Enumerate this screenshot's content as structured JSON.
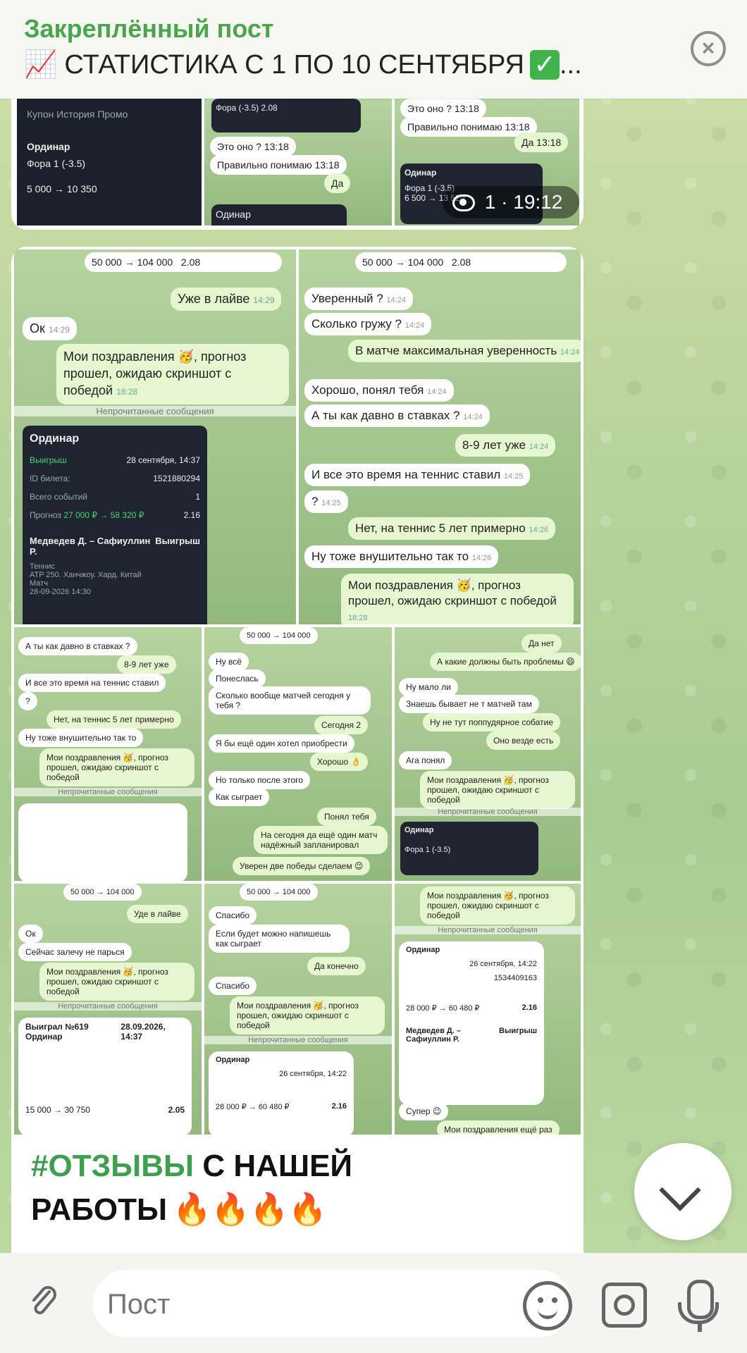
{
  "pinned": {
    "title": "Закреплённый пост",
    "text": "СТАТИСТИКА С 1 ПО 10 СЕНТЯБРЯ",
    "ellipsis": "..."
  },
  "collage": {
    "top_row": [
      {
        "chats": [
          "Купон  История  Промо",
          "Ординар",
          "Фора 1 (-3.5)",
          "5 000 → 10 350"
        ]
      },
      {
        "chats": [
          "Фора (-3.5) 2.08",
          "Это оно ? 13:18",
          "Правильно понимаю 13:18",
          "Да",
          "Одинар"
        ]
      },
      {
        "chats": [
          "Это оно ? 13:18",
          "Правильно понимаю 13:18",
          "Да 13:18",
          "Одинар",
          "Фора 1 (-3.5)",
          "6 500 → 13 520"
        ]
      }
    ],
    "views": "1",
    "views_time": "19:12",
    "left_big": {
      "amount_line": "50 000 → 104 000",
      "odds": "2.08",
      "msgs": [
        {
          "t": "Уже в лайве",
          "time": "14:29",
          "out": true
        },
        {
          "t": "Ок",
          "time": "14:29",
          "out": false
        },
        {
          "t": "Мои поздравления 🥳, прогноз прошел, ожидаю скриншот с победой",
          "time": "18:28",
          "out": true
        }
      ],
      "unread": "Непрочитанные сообщения",
      "card": {
        "title": "Ординар",
        "win": "Выигрыш",
        "date": "28 сентября, 14:37",
        "ticket_label": "ID билета:",
        "ticket": "1521880294",
        "events_label": "Всего событий",
        "events": "1",
        "forecast_label": "Прогноз",
        "forecast": "27 000 ₽ → 58 320 ₽",
        "coef": "2.16",
        "match": "Медведев Д. – Сафиуллин Р.",
        "match_result": "Выигрыш",
        "sport": "Теннис",
        "tournament": "ATP 250. Ханчжоу. Хард. Китай",
        "kind": "Матч",
        "dt": "28-09-2026 14:30"
      }
    },
    "right_big": {
      "amount_line": "50 000 → 104 000",
      "odds": "2.08",
      "msgs": [
        {
          "t": "Уверенный ?",
          "time": "14:24",
          "out": false
        },
        {
          "t": "Сколько гружу ?",
          "time": "14:24",
          "out": false
        },
        {
          "t": "В матче максимальная уверенность",
          "time": "14:24",
          "out": true
        },
        {
          "t": "Хорошо, понял тебя",
          "time": "14:24",
          "out": false
        },
        {
          "t": "А ты как давно в ставках ?",
          "time": "14:24",
          "out": false
        },
        {
          "t": "8-9 лет уже",
          "time": "14:24",
          "out": true
        },
        {
          "t": "И все это время на теннис ставил",
          "time": "14:25",
          "out": false
        },
        {
          "t": "?",
          "time": "14:25",
          "out": false
        },
        {
          "t": "Нет, на теннис 5 лет примерно",
          "time": "14:26",
          "out": true
        },
        {
          "t": "Ну тоже внушительно так то",
          "time": "14:26",
          "out": false
        },
        {
          "t": "Мои поздравления 🥳, прогноз прошел, ожидаю скриншот с победой",
          "time": "18:28",
          "out": true
        }
      ]
    },
    "small_col1": [
      "А ты как давно в ставках ?",
      "8-9 лет уже",
      "И все это время на теннис ставил",
      "?",
      "Нет, на теннис 5 лет примерно",
      "Ну тоже внушительно так то",
      "Мои поздравления 🥳, прогноз прошел, ожидаю скриншот с победой",
      "Непрочитанные сообщения"
    ],
    "small_col2": [
      "50 000 → 104 000",
      "Ну всё",
      "Понеслась",
      "Сколько вообще матчей сегодня у тебя ?",
      "Сегодня 2",
      "Я бы ещё один хотел приобрести",
      "Хорошо 👌",
      "Но только после этого",
      "Как сыграет",
      "Понял тебя",
      "На сегодня да ещё один матч надёжный запланировал",
      "Уверен две победы сделаем 😉"
    ],
    "small_col3": [
      "Да нет",
      "А какие должны быть проблемы 😄",
      "Ну мало ли",
      "Знаешь бывает не т матчей там",
      "Ну не тут поппудярное собатие",
      "Оно везде есть",
      "Ага понял",
      "Мои поздравления 🥳, прогноз прошел, ожидаю скриншот с победой",
      "Непрочитанные сообщения",
      "Одинар",
      "Фора 1 (-3.5)"
    ],
    "bottom_col1": [
      "50 000 → 104 000",
      "Уде в лайве",
      "Ок",
      "Сейчас залечу не парься",
      "Мои поздравления 🥳, прогноз прошел, ожидаю скриншот с победой",
      "Непрочитанные сообщения",
      "Выиграл №619 Ординар",
      "28.09.2026, 14:37",
      "15 000 → 30 750",
      "2.05"
    ],
    "bottom_col2": [
      "50 000 → 104 000",
      "Спасибо",
      "Если будет можно напишешь как сыграет",
      "Да конечно",
      "Спасибо",
      "Мои поздравления 🥳, прогноз прошел, ожидаю скриншот с победой",
      "Непрочитанные сообщения",
      "Ординар",
      "26 сентября, 14:22",
      "28 000 ₽ → 60 480 ₽",
      "2.16"
    ],
    "bottom_col3": [
      "Мои поздравления 🥳, прогноз прошел, ожидаю скриншот с победой",
      "Непрочитанные сообщения",
      "Ординар",
      "26 сентября, 14:22",
      "1534409163",
      "28 000 ₽ → 60 480 ₽",
      "2.16",
      "Медведев Д. – Сафиуллин Р.",
      "Выигрыш",
      "Супер 😉",
      "Мои поздравления ещё раз"
    ]
  },
  "caption": {
    "hashtag": "#ОТЗЫВЫ",
    "rest1": "С НАШЕЙ",
    "rest2": "РАБОТЫ"
  },
  "input": {
    "placeholder": "Пост"
  },
  "colors": {
    "accent": "#4aa54b",
    "bubble_out": "#e6f7cf",
    "bubble_in": "#ffffff"
  }
}
